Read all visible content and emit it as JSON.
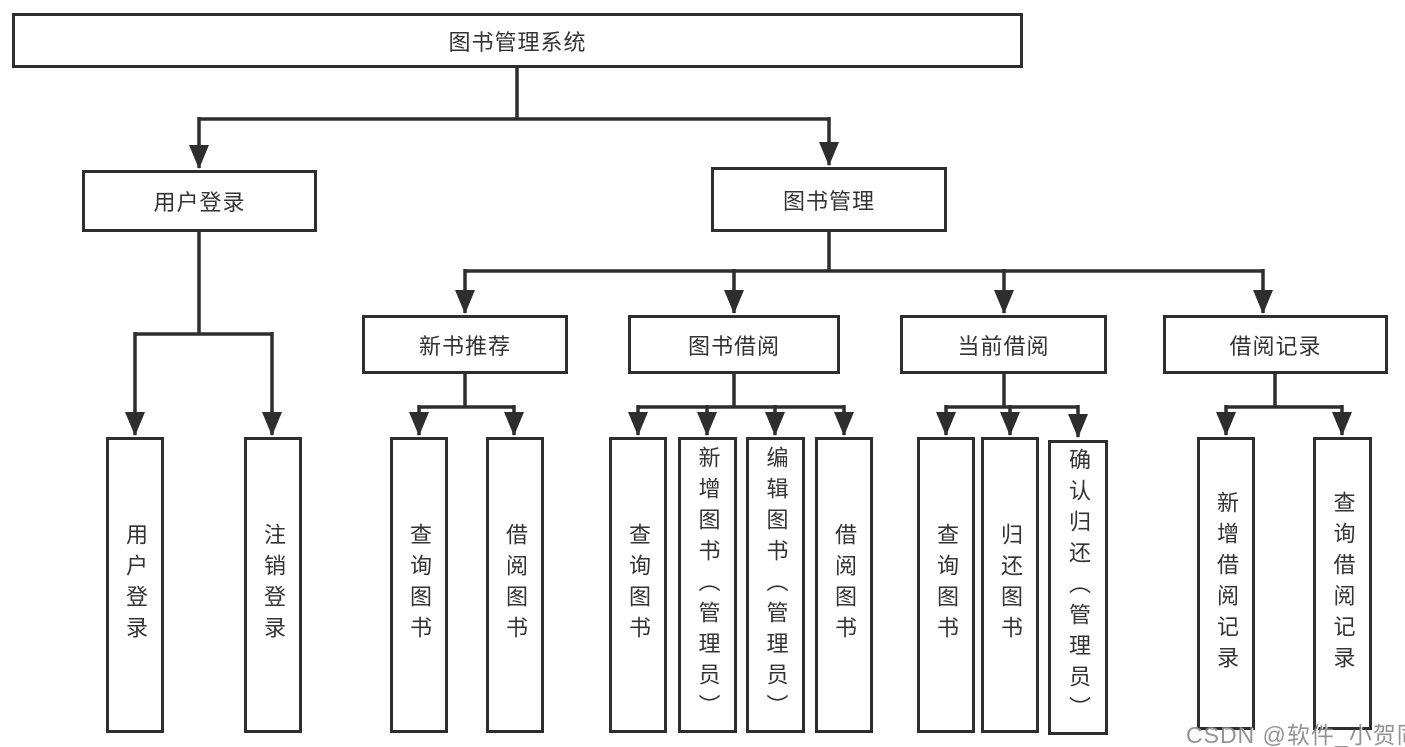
{
  "tree": {
    "label": "图书管理系统",
    "children": [
      {
        "label": "用户登录",
        "children": [
          {
            "label": "用户登录"
          },
          {
            "label": "注销登录"
          }
        ]
      },
      {
        "label": "图书管理",
        "children": [
          {
            "label": "新书推荐",
            "children": [
              {
                "label": "查询图书"
              },
              {
                "label": "借阅图书"
              }
            ]
          },
          {
            "label": "图书借阅",
            "children": [
              {
                "label": "查询图书"
              },
              {
                "label": "新增图书（管理员）"
              },
              {
                "label": "编辑图书（管理员）"
              },
              {
                "label": "借阅图书"
              }
            ]
          },
          {
            "label": "当前借阅",
            "children": [
              {
                "label": "查询图书"
              },
              {
                "label": "归还图书"
              },
              {
                "label": "确认归还（管理员）"
              }
            ]
          },
          {
            "label": "借阅记录",
            "children": [
              {
                "label": "新增借阅记录"
              },
              {
                "label": "查询借阅记录"
              }
            ]
          }
        ]
      }
    ]
  },
  "watermark": {
    "text": "CSDN @软件_小贺同学"
  },
  "colors": {
    "line": "#2e2e2e",
    "text": "#333333",
    "watermark": "#9a9a9a"
  }
}
